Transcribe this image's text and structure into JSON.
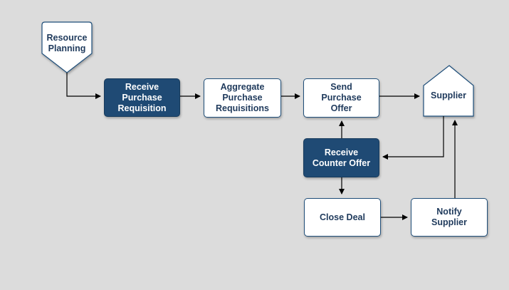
{
  "diagram": {
    "nodes": {
      "resource_planning": "Resource\nPlanning",
      "receive_purchase_requisition": "Receive\nPurchase\nRequisition",
      "aggregate_purchase_requisitions": "Aggregate\nPurchase\nRequisitions",
      "send_purchase_offer": "Send\nPurchase\nOffer",
      "supplier": "Supplier",
      "receive_counter_offer": "Receive\nCounter Offer",
      "close_deal": "Close Deal",
      "notify_supplier": "Notify\nSupplier"
    },
    "colors": {
      "background": "#dcdcdc",
      "dark_fill": "#1f4a74",
      "light_fill": "#ffffff",
      "border": "#1f4e79",
      "connector": "#000000"
    }
  }
}
